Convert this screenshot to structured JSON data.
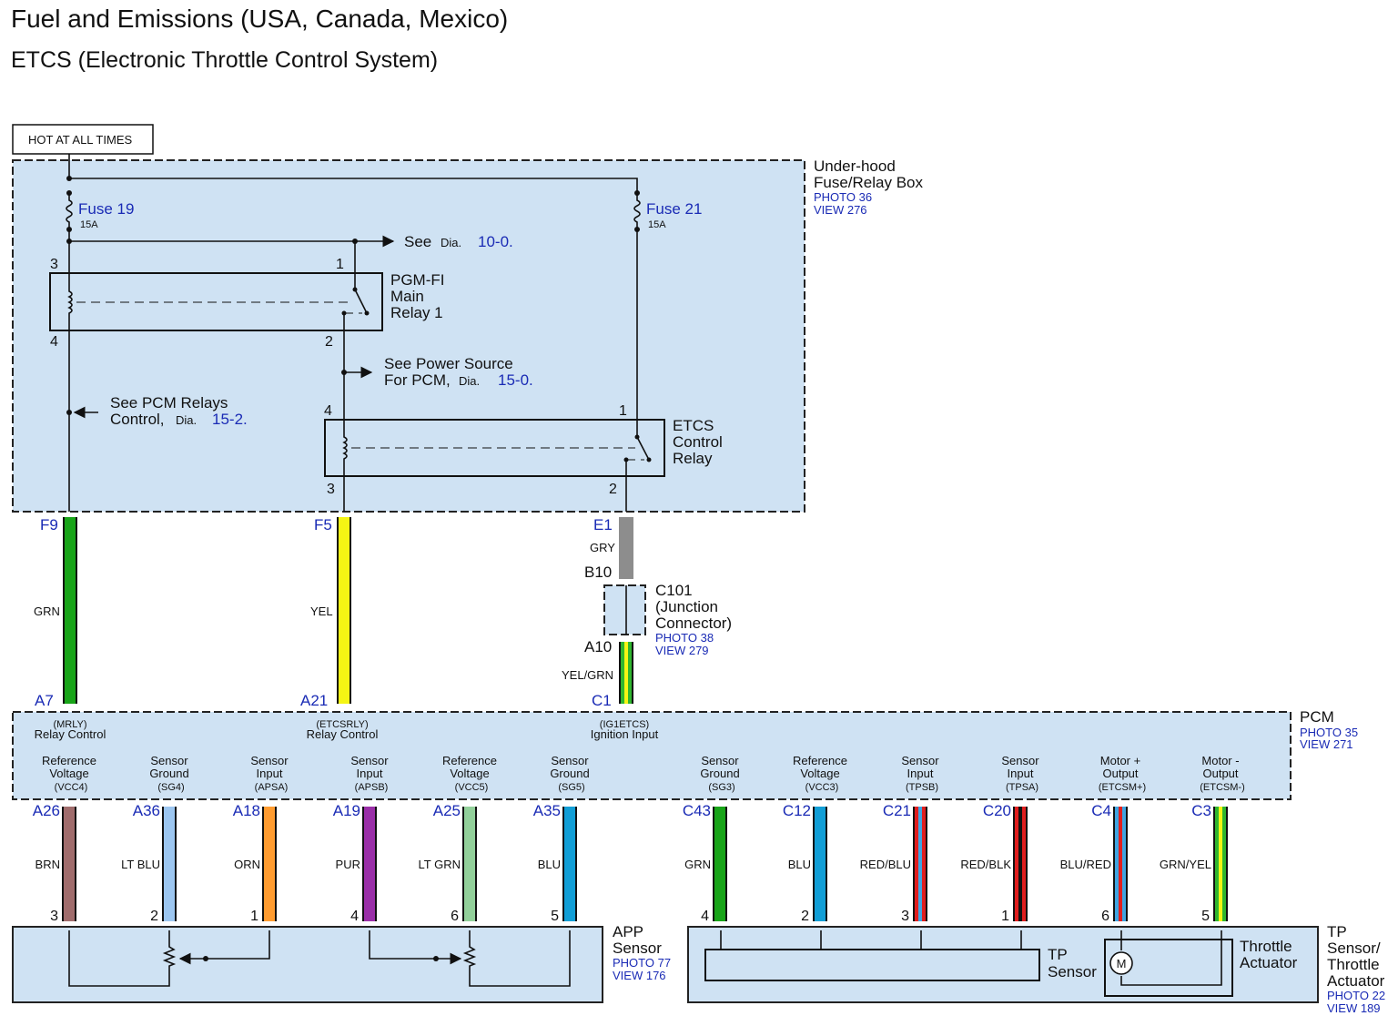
{
  "header": {
    "title": "Fuel and Emissions (USA, Canada, Mexico)",
    "subtitle": "ETCS (Electronic Throttle Control System)"
  },
  "hot_label": "HOT AT ALL TIMES",
  "fuse_box": {
    "name_line1": "Under-hood",
    "name_line2": "Fuse/Relay Box",
    "photo": "PHOTO 36",
    "view": "VIEW 276"
  },
  "fuses": [
    {
      "name": "Fuse 19",
      "rating": "15A"
    },
    {
      "name": "Fuse 21",
      "rating": "15A"
    }
  ],
  "refs": {
    "see_dia_100": {
      "prefix": "See",
      "dia": "Dia.",
      "num": "10-0."
    },
    "power_source": {
      "line1": "See Power Source",
      "line2": "For PCM,",
      "dia": "Dia.",
      "num": "15-0."
    },
    "pcm_relays": {
      "line1": "See PCM Relays",
      "line2": "Control,",
      "dia": "Dia.",
      "num": "15-2."
    }
  },
  "relays": {
    "main": {
      "line1": "PGM-FI",
      "line2": "Main",
      "line3": "Relay 1",
      "pins": [
        "3",
        "1",
        "4",
        "2"
      ]
    },
    "etcs": {
      "line1": "ETCS",
      "line2": "Control",
      "line3": "Relay",
      "pins": [
        "4",
        "1",
        "3",
        "2"
      ]
    }
  },
  "junction": {
    "line1": "C101",
    "line2": "(Junction",
    "line3": "Connector)",
    "photo": "PHOTO 38",
    "view": "VIEW 279"
  },
  "upper_wires": [
    {
      "top_pin": "F9",
      "bottom_pin": "A7",
      "color_label": "GRN",
      "color": "#18a418",
      "stripe": null
    },
    {
      "top_pin": "F5",
      "bottom_pin": "A21",
      "color_label": "YEL",
      "color": "#f5f514",
      "stripe": null
    },
    {
      "top_pin": "E1",
      "bottom_pin": "B10",
      "color_label": "GRY",
      "color": "#8d8d8d",
      "stripe": null
    },
    {
      "top_pin": "A10",
      "bottom_pin": "C1",
      "color_label": "YEL/GRN",
      "color": "#2fb62f",
      "stripe": "#f5f514"
    }
  ],
  "pcm": {
    "name": "PCM",
    "photo": "PHOTO 35",
    "view": "VIEW 271",
    "upper_terminals": [
      {
        "code": "(MRLY)",
        "label": "Relay Control"
      },
      {
        "code": "(ETCSRLY)",
        "label": "Relay Control"
      },
      {
        "code": "(IG1ETCS)",
        "label": "Ignition Input"
      }
    ],
    "lower_terminals": [
      {
        "line1": "Reference",
        "line2": "Voltage",
        "code": "(VCC4)"
      },
      {
        "line1": "Sensor",
        "line2": "Ground",
        "code": "(SG4)"
      },
      {
        "line1": "Sensor",
        "line2": "Input",
        "code": "(APSA)"
      },
      {
        "line1": "Sensor",
        "line2": "Input",
        "code": "(APSB)"
      },
      {
        "line1": "Reference",
        "line2": "Voltage",
        "code": "(VCC5)"
      },
      {
        "line1": "Sensor",
        "line2": "Ground",
        "code": "(SG5)"
      },
      {
        "line1": "Sensor",
        "line2": "Ground",
        "code": "(SG3)"
      },
      {
        "line1": "Reference",
        "line2": "Voltage",
        "code": "(VCC3)"
      },
      {
        "line1": "Sensor",
        "line2": "Input",
        "code": "(TPSB)"
      },
      {
        "line1": "Sensor",
        "line2": "Input",
        "code": "(TPSA)"
      },
      {
        "line1": "Motor +",
        "line2": "Output",
        "code": "(ETCSM+)"
      },
      {
        "line1": "Motor -",
        "line2": "Output",
        "code": "(ETCSM-)"
      }
    ]
  },
  "lower_wires": [
    {
      "pin": "A26",
      "color_label": "BRN",
      "color": "#a06c6c",
      "stripe": null,
      "sensor_pin": "3"
    },
    {
      "pin": "A36",
      "color_label": "LT BLU",
      "color": "#9cc6f0",
      "stripe": null,
      "sensor_pin": "2"
    },
    {
      "pin": "A18",
      "color_label": "ORN",
      "color": "#ff9c30",
      "stripe": null,
      "sensor_pin": "1"
    },
    {
      "pin": "A19",
      "color_label": "PUR",
      "color": "#9a2fa8",
      "stripe": null,
      "sensor_pin": "4"
    },
    {
      "pin": "A25",
      "color_label": "LT GRN",
      "color": "#92d09a",
      "stripe": null,
      "sensor_pin": "6"
    },
    {
      "pin": "A35",
      "color_label": "BLU",
      "color": "#119ed6",
      "stripe": null,
      "sensor_pin": "5"
    },
    {
      "pin": "C43",
      "color_label": "GRN",
      "color": "#18a418",
      "stripe": null,
      "sensor_pin": "4"
    },
    {
      "pin": "C12",
      "color_label": "BLU",
      "color": "#119ed6",
      "stripe": null,
      "sensor_pin": "2"
    },
    {
      "pin": "C21",
      "color_label": "RED/BLU",
      "color": "#e01e1e",
      "stripe": "#3fa4e0",
      "sensor_pin": "3"
    },
    {
      "pin": "C20",
      "color_label": "RED/BLK",
      "color": "#e01e1e",
      "stripe": "#111111",
      "sensor_pin": "1"
    },
    {
      "pin": "C4",
      "color_label": "BLU/RED",
      "color": "#3fa4e0",
      "stripe": "#e01e1e",
      "sensor_pin": "6"
    },
    {
      "pin": "C3",
      "color_label": "GRN/YEL",
      "color": "#2fb62f",
      "stripe": "#f5f514",
      "sensor_pin": "5"
    }
  ],
  "app_sensor": {
    "line1": "APP",
    "line2": "Sensor",
    "photo": "PHOTO 77",
    "view": "VIEW 176"
  },
  "tp_sensor": {
    "line1": "TP",
    "line2": "Sensor/",
    "line3": "Throttle",
    "line4": "Actuator",
    "photo": "PHOTO 22",
    "view": "VIEW 189",
    "inner_tp_line1": "TP",
    "inner_tp_line2": "Sensor",
    "inner_act_line1": "Throttle",
    "inner_act_line2": "Actuator",
    "motor": "M"
  }
}
